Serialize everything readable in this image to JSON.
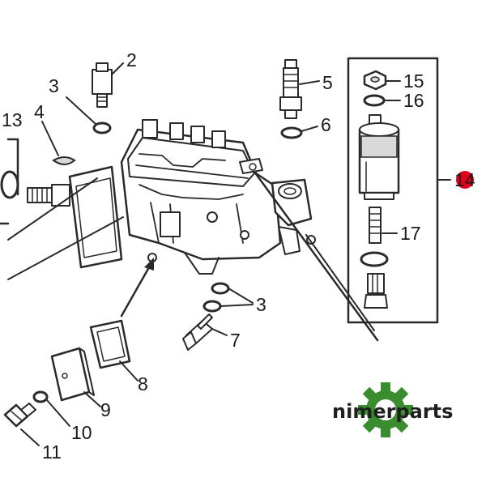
{
  "callouts": [
    {
      "id": "2",
      "label": "2"
    },
    {
      "id": "3a",
      "label": "3"
    },
    {
      "id": "3b",
      "label": "3"
    },
    {
      "id": "4",
      "label": "4"
    },
    {
      "id": "5",
      "label": "5"
    },
    {
      "id": "6",
      "label": "6"
    },
    {
      "id": "7",
      "label": "7"
    },
    {
      "id": "8",
      "label": "8"
    },
    {
      "id": "9",
      "label": "9"
    },
    {
      "id": "10",
      "label": "10"
    },
    {
      "id": "11",
      "label": "11"
    },
    {
      "id": "13",
      "label": "13"
    },
    {
      "id": "14",
      "label": "14"
    },
    {
      "id": "15",
      "label": "15"
    },
    {
      "id": "16",
      "label": "16"
    },
    {
      "id": "17",
      "label": "17"
    }
  ],
  "watermark": {
    "text": "nimerparts",
    "color": "#3a8d2f",
    "highlight": "#e0001b"
  }
}
